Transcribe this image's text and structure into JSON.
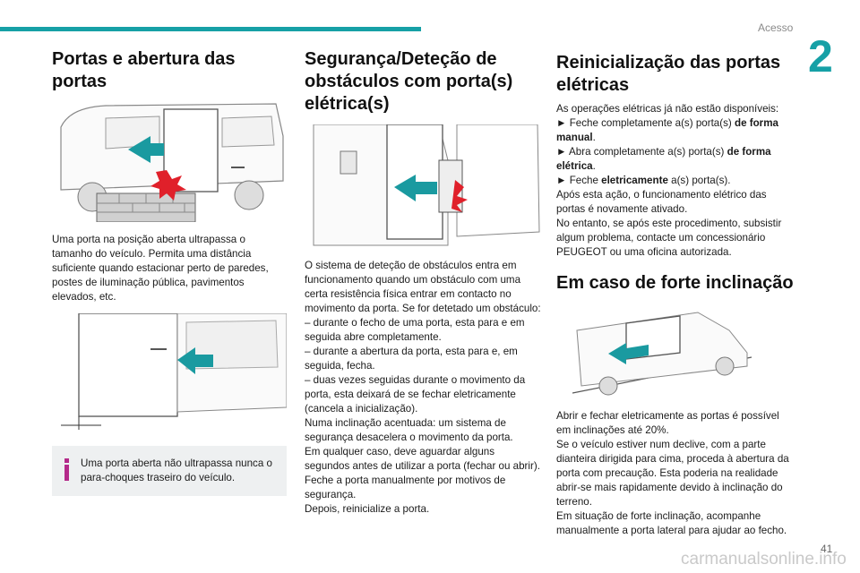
{
  "header": {
    "section": "Acesso",
    "chapter_number": "2"
  },
  "col1": {
    "title": "Portas e abertura das portas",
    "para1": "Uma porta na posição aberta ultrapassa o tamanho do veículo. Permita uma distância suficiente quando estacionar perto de paredes, postes de iluminação pública, pavimentos elevados, etc.",
    "note": "Uma porta aberta não ultrapassa nunca o para-choques traseiro do veículo."
  },
  "col2": {
    "title": "Segurança/Deteção de obstáculos com porta(s) elétrica(s)",
    "body": "O sistema de deteção de obstáculos entra em funcionamento quando um obstáculo com uma certa resistência física entrar em contacto no movimento da porta. Se for detetado um obstáculo:\n– durante o fecho de uma porta, esta para e em seguida abre completamente.\n– durante a abertura da porta, esta para e, em seguida, fecha.\n– duas vezes seguidas durante o movimento da porta, esta deixará de se fechar eletricamente (cancela a inicialização).\nNuma inclinação acentuada: um sistema de segurança desacelera o movimento da porta.\nEm qualquer caso, deve aguardar alguns segundos antes de utilizar a porta (fechar ou abrir).\nFeche a porta manualmente por motivos de segurança.\nDepois, reinicialize a porta."
  },
  "col3": {
    "title": "Reinicialização das portas elétricas",
    "intro": "As operações elétricas já não estão disponíveis:",
    "step1_pre": "► Feche completamente a(s) porta(s) ",
    "step1_bold": "de forma manual",
    "step1_post": ".",
    "step2_pre": "► Abra completamente a(s) porta(s) ",
    "step2_bold": "de forma elétrica",
    "step2_post": ".",
    "step3_pre": "► Feche ",
    "step3_bold": "eletricamente",
    "step3_post": " a(s) porta(s).",
    "after": "Após esta ação, o funcionamento elétrico das portas é novamente ativado.\nNo entanto, se após este procedimento, subsistir algum problema, contacte um concessionário PEUGEOT ou uma oficina autorizada.",
    "title2": "Em caso de forte inclinação",
    "body2": "Abrir e fechar eletricamente as portas é possível em inclinações até 20%.\nSe o veículo estiver num declive, com a parte dianteira dirigida para cima, proceda à abertura da porta com precaução. Esta poderia na realidade abrir-se mais rapidamente devido à inclinação do terreno.\nEm situação de forte inclinação, acompanhe manualmente a porta lateral para ajudar ao fecho."
  },
  "footer": {
    "page_number": "41",
    "watermark": "carmanualsonline.info"
  },
  "colors": {
    "accent": "#16a0a6",
    "note_icon": "#b42a8a",
    "arrow": "#1a9aa0",
    "impact": "#e0202a"
  }
}
